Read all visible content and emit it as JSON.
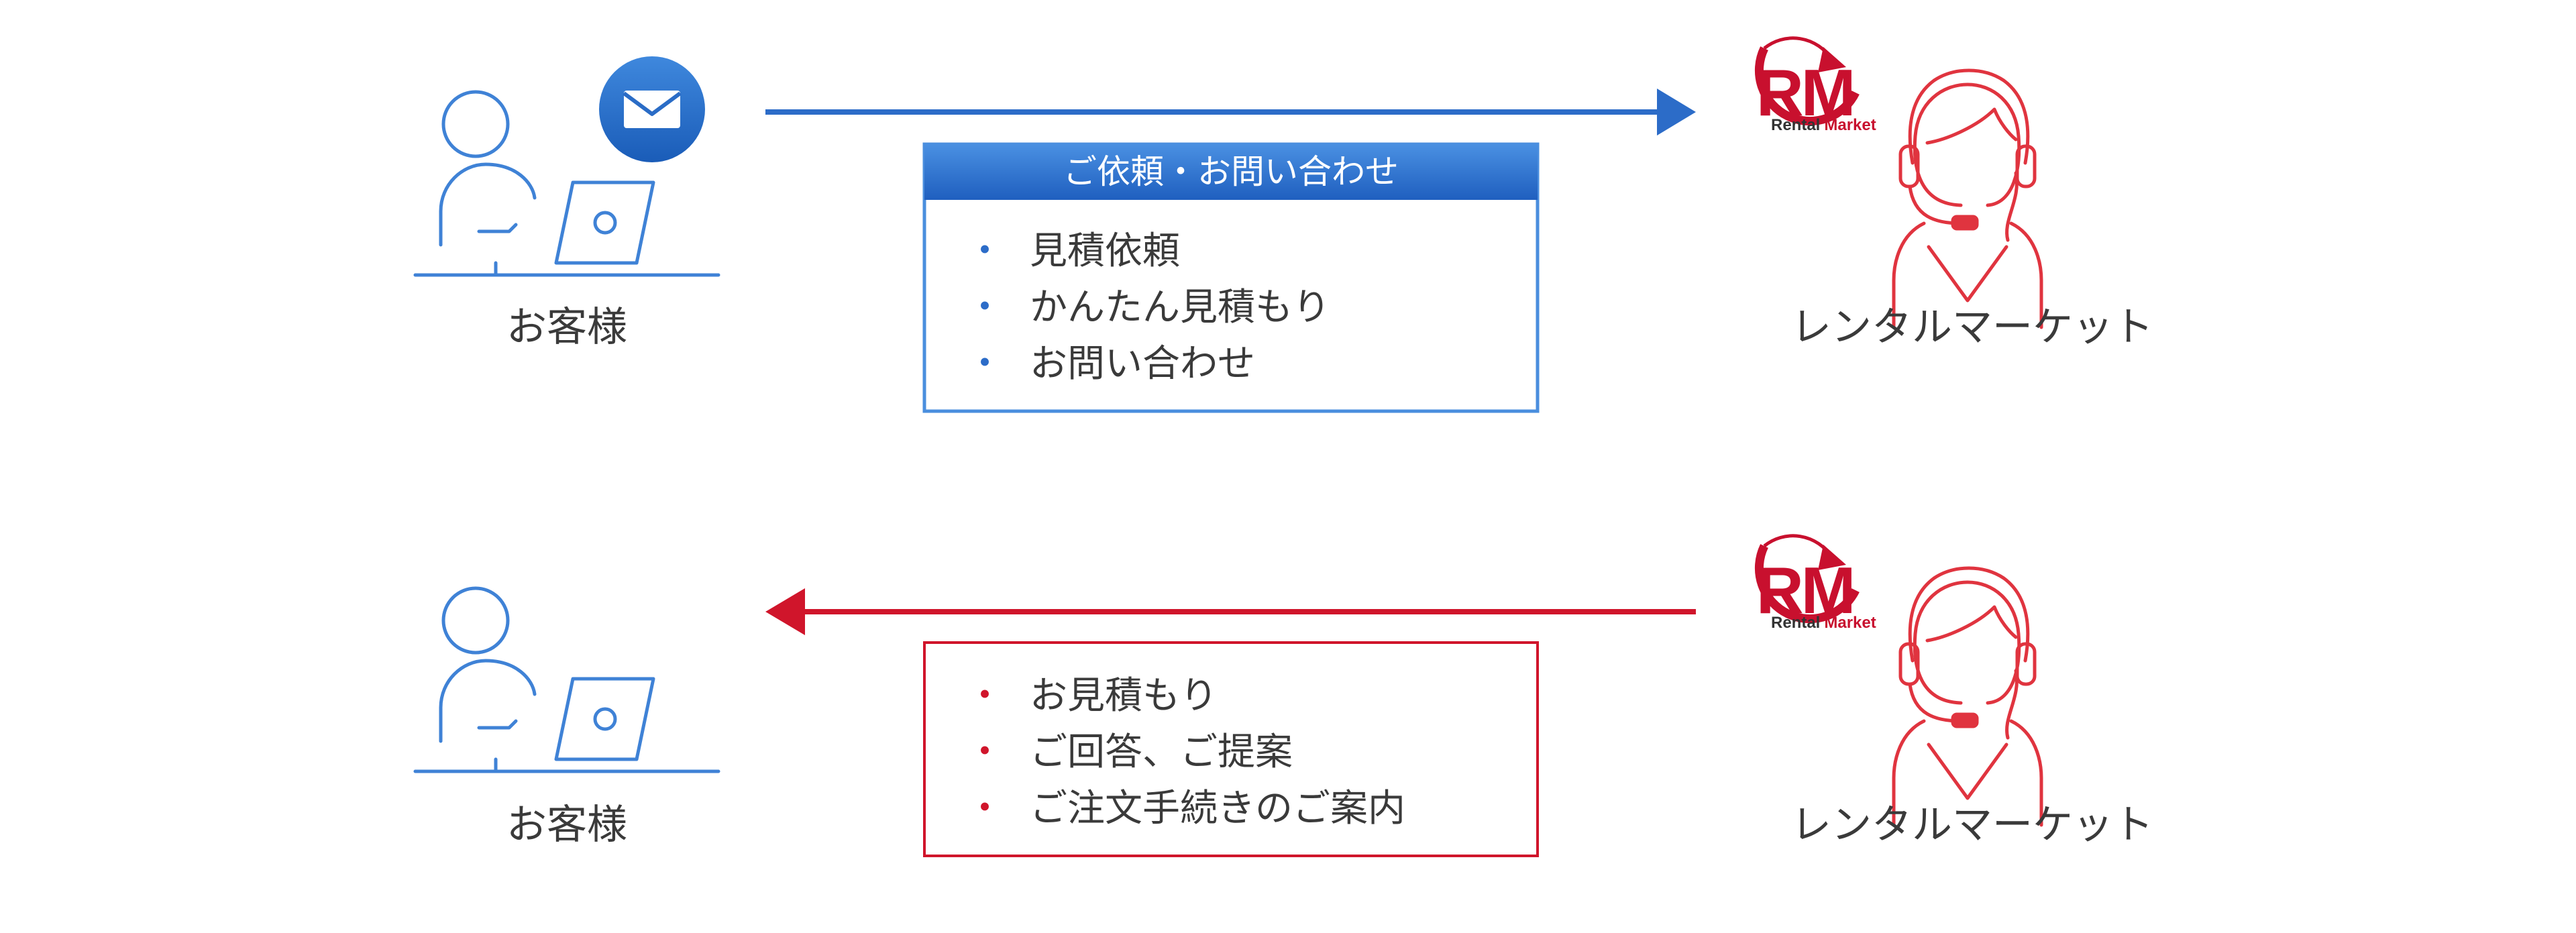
{
  "colors": {
    "customer_blue": "#3f82d6",
    "request_blue": "#2c6cc8",
    "reply_red": "#d0152b",
    "agent_red": "#e0343f",
    "logo_red": "#c8102e",
    "logo_dark": "#333333",
    "text": "#3a3a3a"
  },
  "icons": {
    "customer": "person-at-laptop-icon",
    "mail": "envelope-icon",
    "agent": "headset-operator-icon",
    "logo": "rental-market-logo"
  },
  "request": {
    "from": "お客様",
    "to": "レンタルマーケット",
    "box_title": "ご依頼・お問い合わせ",
    "bullet": "・",
    "items": [
      "見積依頼",
      "かんたん見積もり",
      "お問い合わせ"
    ]
  },
  "reply": {
    "from": "レンタルマーケット",
    "to": "お客様",
    "bullet": "・",
    "items": [
      "お見積もり",
      "ご回答、ご提案",
      "ご注文手続きのご案内"
    ]
  },
  "logo": {
    "letters": "RM",
    "word_first": "Rental",
    "word_second": "Market"
  }
}
